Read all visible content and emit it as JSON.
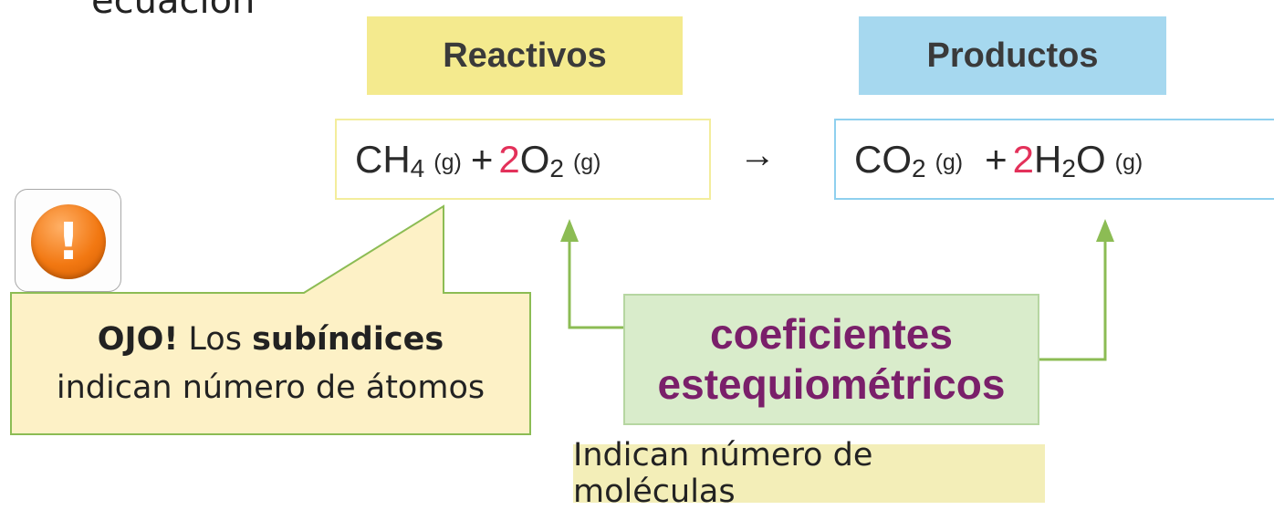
{
  "title_fragment": "ecuación",
  "reactants_header": "Reactivos",
  "products_header": "Productos",
  "reactants_equation": {
    "t1": "CH",
    "s1": "4",
    "st1": "(g)",
    "plus": "+",
    "coef": "2",
    "t2": "O",
    "s2": "2",
    "st2": "(g)"
  },
  "arrow": "→",
  "products_equation": {
    "t1": "CO",
    "s1": "2",
    "st1": "(g)",
    "plus": "+",
    "coef": "2",
    "t2a": "H",
    "s2": "2",
    "t2b": "O",
    "st2": "(g)"
  },
  "warning_icon": "exclamation-warning-icon",
  "warning_symbol": "!",
  "callout": {
    "bold1": "OJO!",
    "text1": " Los ",
    "bold2": "subíndices",
    "line2": "indican número de átomos"
  },
  "coefficients_label": {
    "line1": "coeficientes",
    "line2": "estequiométricos"
  },
  "molecules_note": "Indican número de moléculas",
  "colors": {
    "reactants_header_bg": "#f4ea8e",
    "products_header_bg": "#a6d8ef",
    "coefficient_text": "#e3315a",
    "coefficients_box_bg": "#d9eccb",
    "coefficients_text": "#7a1f6a",
    "callout_bg": "#fdf1c6",
    "callout_border": "#8cbc54",
    "arrow_green": "#8cbc54",
    "molecules_bg": "#f3eeb8",
    "warning_orange": "#f27812"
  }
}
